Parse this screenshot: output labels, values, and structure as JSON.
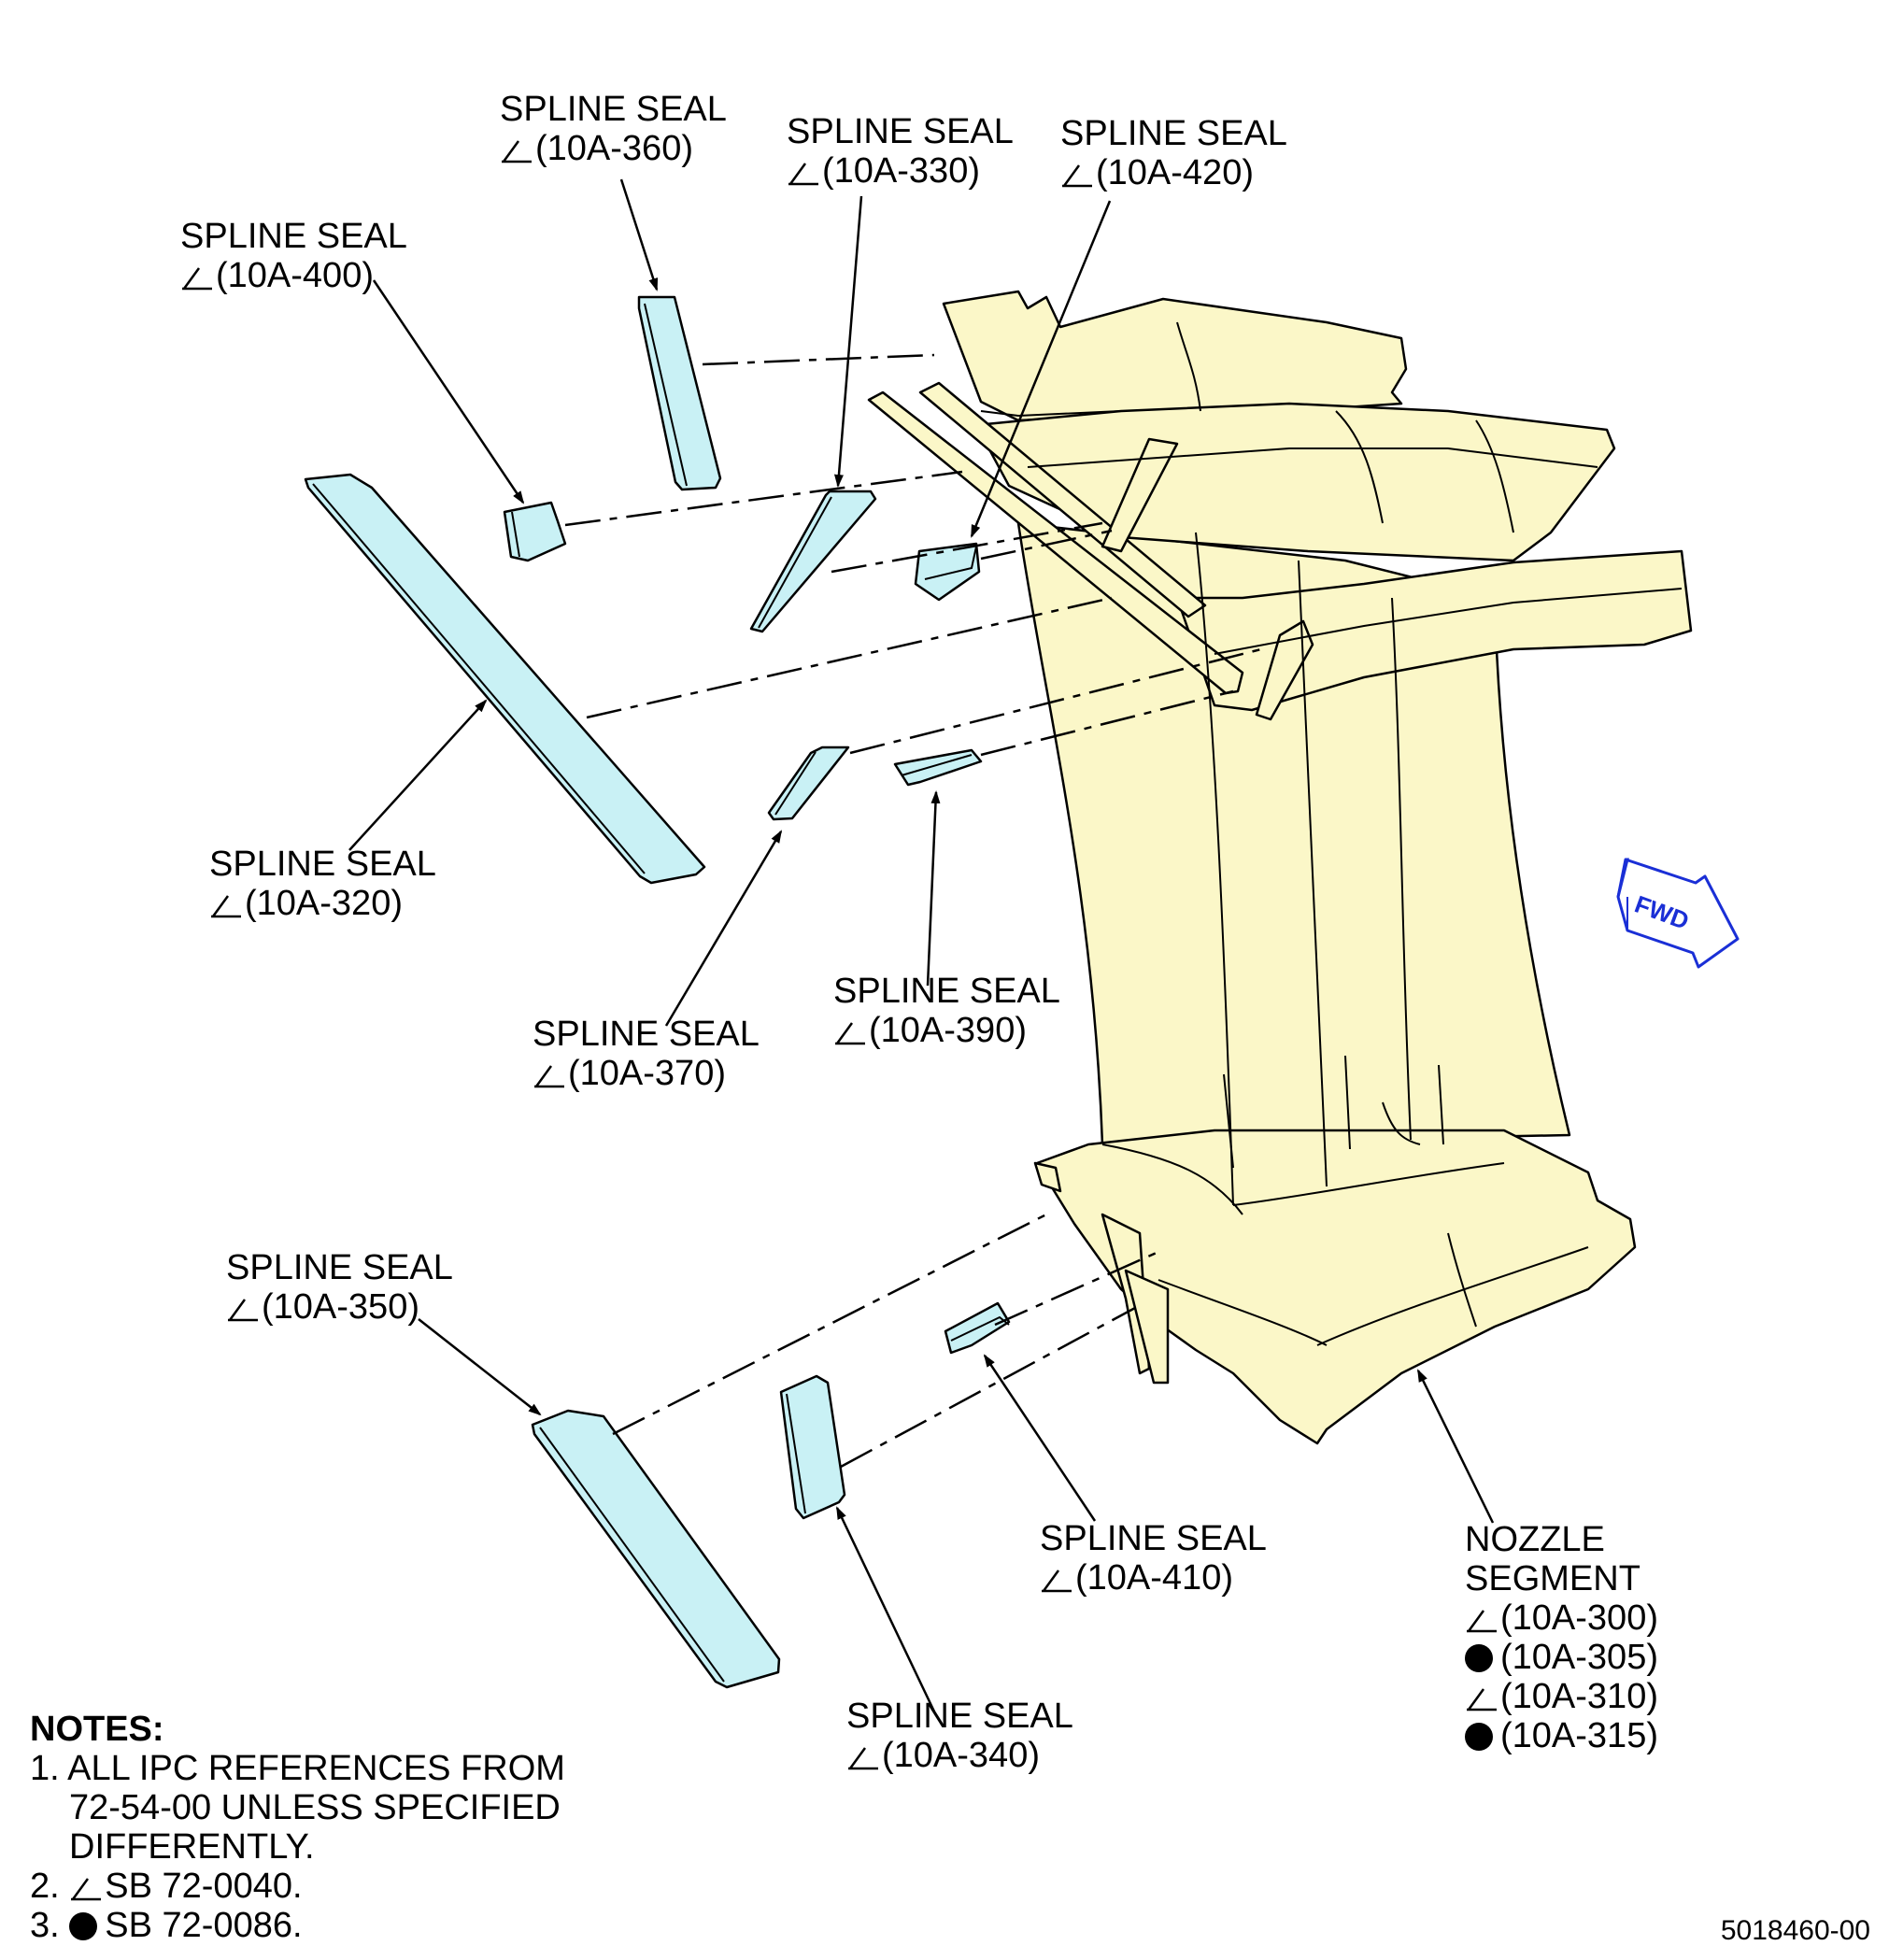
{
  "labels": {
    "s360": {
      "title": "SPLINE SEAL",
      "ref": "(10A-360)"
    },
    "s330": {
      "title": "SPLINE SEAL",
      "ref": "(10A-330)"
    },
    "s420": {
      "title": "SPLINE SEAL",
      "ref": "(10A-420)"
    },
    "s400": {
      "title": "SPLINE SEAL",
      "ref": "(10A-400)"
    },
    "s320": {
      "title": "SPLINE SEAL",
      "ref": "(10A-320)"
    },
    "s370": {
      "title": "SPLINE SEAL",
      "ref": "(10A-370)"
    },
    "s390": {
      "title": "SPLINE SEAL",
      "ref": "(10A-390)"
    },
    "s350": {
      "title": "SPLINE SEAL",
      "ref": "(10A-350)"
    },
    "s410": {
      "title": "SPLINE SEAL",
      "ref": "(10A-410)"
    },
    "s340": {
      "title": "SPLINE SEAL",
      "ref": "(10A-340)"
    },
    "nozzle": {
      "title1": "NOZZLE",
      "title2": "SEGMENT",
      "ref1": "(10A-300)",
      "ref2": "(10A-305)",
      "ref3": "(10A-310)",
      "ref4": "(10A-315)"
    }
  },
  "fwd": "FWD",
  "notes": {
    "title": "NOTES:",
    "n1a": "1. ALL IPC REFERENCES FROM",
    "n1b": "72-54-00 UNLESS SPECIFIED",
    "n1c": "DIFFERENTLY.",
    "n2prefix": "2.",
    "n2text": "SB 72-0040.",
    "n3prefix": "3.",
    "n3text": "SB 72-0086."
  },
  "drawing_number": "5018460-00",
  "colors": {
    "segment": "#fbf7c8",
    "seal": "#c9f1f5",
    "fwd": "#1a2fd6",
    "line": "#000000"
  }
}
